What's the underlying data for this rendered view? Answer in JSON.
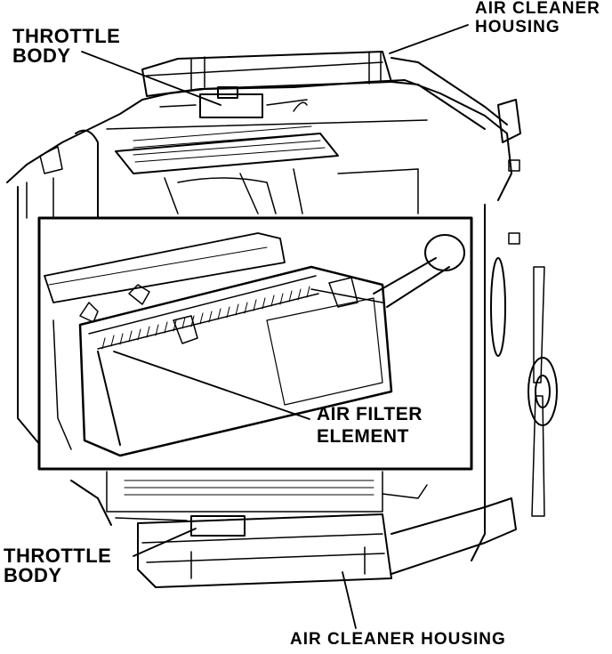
{
  "labels": {
    "top_left": [
      "THROTTLE",
      "BODY"
    ],
    "top_right": [
      "AIR CLEANER",
      "HOUSING"
    ],
    "inset": [
      "AIR FILTER",
      "ELEMENT"
    ],
    "bottom_left": [
      "THROTTLE",
      "BODY"
    ],
    "bottom": "AIR CLEANER HOUSING"
  }
}
